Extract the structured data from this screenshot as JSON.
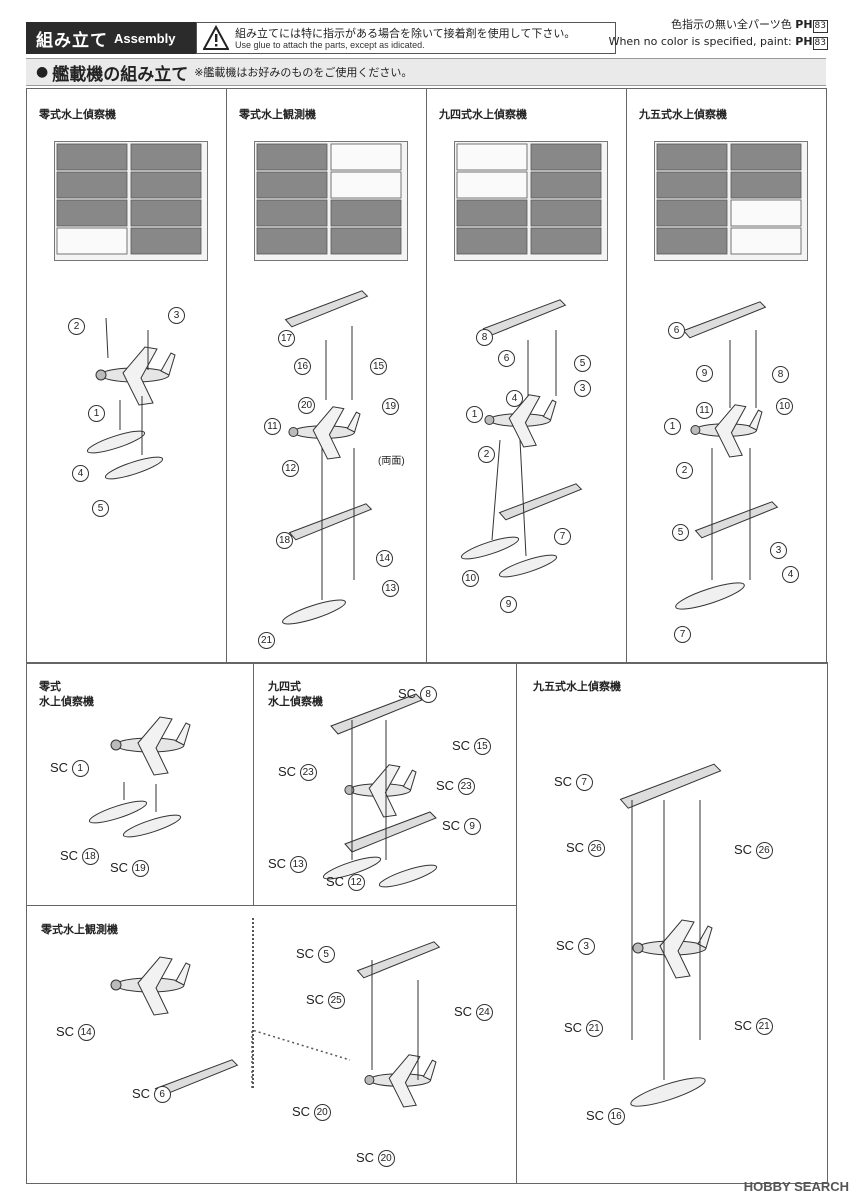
{
  "header": {
    "title_jp": "組み立て",
    "title_en": "Assembly",
    "warning_jp": "組み立てには特に指示がある場合を除いて接着剤を使用して下さい。",
    "warning_en": "Use glue to attach the parts, except as idicated.",
    "color_note_jp": "色指示の無い全パーツ色",
    "color_note_en": "When no color is specified, paint:",
    "paint_code": "PH",
    "paint_num": "83"
  },
  "section": {
    "bullet": "●",
    "title": "艦載機の組み立て",
    "note": "※艦載機はお好みのものをご使用ください。"
  },
  "top_panels": [
    {
      "label": "零式水上偵察機",
      "callouts": [
        "2",
        "3",
        "1",
        "4",
        "5"
      ]
    },
    {
      "label": "零式水上観測機",
      "callouts": [
        "17",
        "16",
        "15",
        "20",
        "19",
        "11",
        "12",
        "18",
        "14",
        "13",
        "21"
      ],
      "extra": "(両面)"
    },
    {
      "label": "九四式水上偵察機",
      "callouts": [
        "8",
        "6",
        "5",
        "4",
        "3",
        "1",
        "2",
        "7",
        "10",
        "9"
      ]
    },
    {
      "label": "九五式水上偵察機",
      "callouts": [
        "6",
        "9",
        "8",
        "11",
        "10",
        "1",
        "2",
        "5",
        "3",
        "4",
        "7"
      ]
    }
  ],
  "bottom_panels": {
    "p1": {
      "label_l1": "零式",
      "label_l2": "水上偵察機",
      "sc": [
        "1",
        "18",
        "19"
      ]
    },
    "p2": {
      "label_l1": "九四式",
      "label_l2": "水上偵察機",
      "sc": [
        "8",
        "15",
        "23",
        "23",
        "9",
        "13",
        "12"
      ]
    },
    "p3": {
      "label": "九五式水上偵察機",
      "sc": [
        "7",
        "26",
        "26",
        "3",
        "21",
        "21",
        "16"
      ]
    },
    "p4": {
      "label": "零式水上観測機",
      "sc": [
        "14",
        "6",
        "5",
        "25",
        "24",
        "20",
        "20"
      ]
    }
  },
  "sc_prefix": "SC",
  "watermark": "HOBBY SEARCH"
}
